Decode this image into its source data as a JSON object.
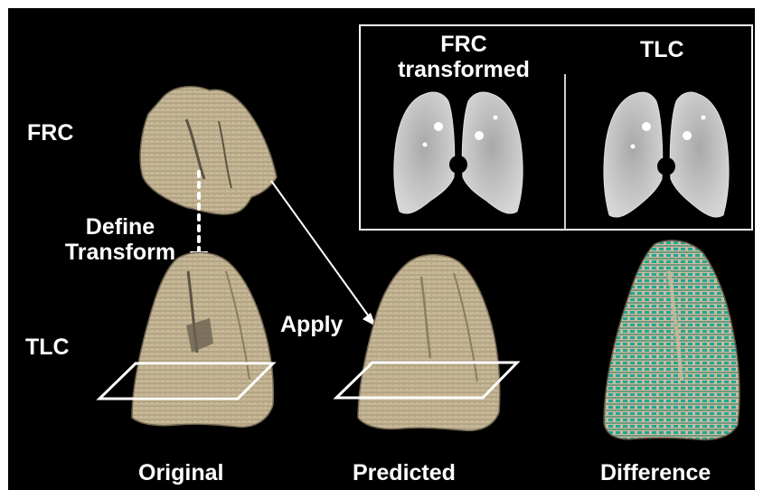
{
  "labels": {
    "frc": "FRC",
    "define_transform_line1": "Define",
    "define_transform_line2": "Transform",
    "tlc": "TLC",
    "apply": "Apply",
    "original": "Original",
    "predicted": "Predicted",
    "difference": "Difference"
  },
  "inset": {
    "left_title_line1": "FRC",
    "left_title_line2": "transformed",
    "right_title": "TLC"
  },
  "colors": {
    "background": "#000000",
    "frame": "#ffffff",
    "lung_surface": "#c8b897",
    "lung_shadow": "#8a7d62",
    "difference_overlay": "#1fa896",
    "ct_lung": "#bdbdbd"
  },
  "icons": [
    "dotted-down-arrow-icon",
    "diagonal-arrow-icon",
    "plane-outline-icon"
  ]
}
